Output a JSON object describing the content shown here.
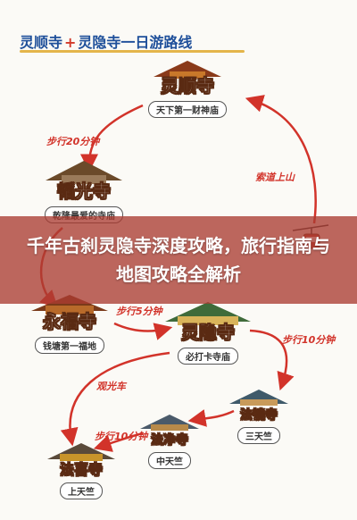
{
  "header": {
    "title_a": "灵顺寺",
    "title_plus": "+",
    "title_b": "灵隐寺一日游路线"
  },
  "banner": {
    "headline": "千年古刹灵隐寺深度攻略，旅行指南与地图攻略全解析"
  },
  "stops": [
    {
      "id": "lingshun",
      "name": "灵顺寺",
      "sub": "天下第一财神庙"
    },
    {
      "id": "taoguang",
      "name": "韬光寺",
      "sub": "乾隆最爱的寺庙"
    },
    {
      "id": "yongfu",
      "name": "永福寺",
      "sub": "钱塘第一福地"
    },
    {
      "id": "lingyin",
      "name": "灵隐寺",
      "sub": "必打卡寺庙"
    },
    {
      "id": "fajing",
      "name": "法镜寺",
      "sub": "三天竺"
    },
    {
      "id": "fajing2",
      "name": "法净寺",
      "sub": "中天竺"
    },
    {
      "id": "faxi",
      "name": "法喜寺",
      "sub": "上天竺"
    }
  ],
  "edges": {
    "walk20": "步行20分钟",
    "cableway": "索道上山",
    "walk5": "步行5分钟",
    "walk10": "步行10分钟",
    "tourbus": "观光车",
    "walk10b": "步行10分钟"
  },
  "colors": {
    "route": "#d2332a",
    "title_blue": "#1e4f9a",
    "banner": "#aa3c32"
  }
}
